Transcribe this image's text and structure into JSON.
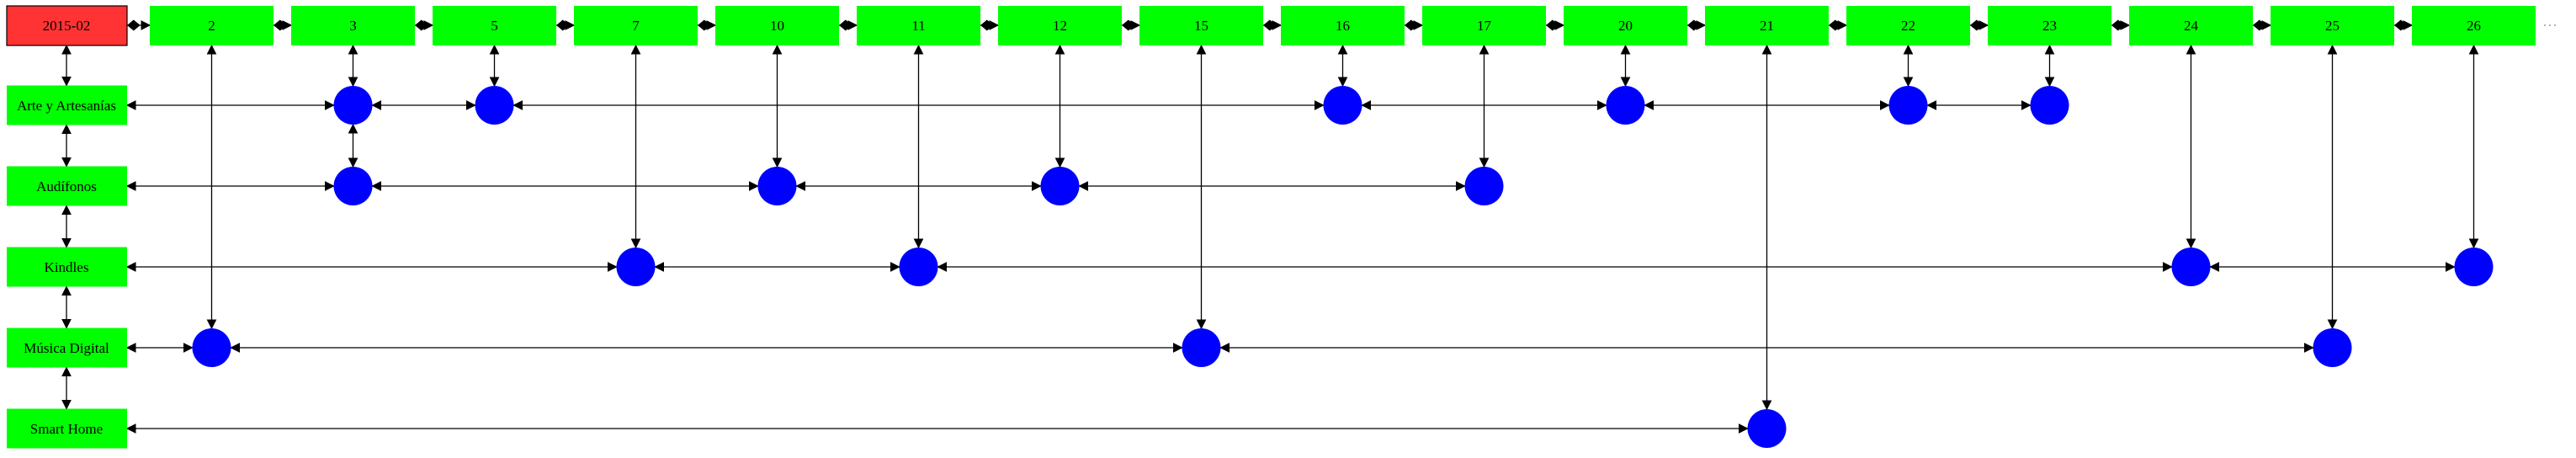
{
  "header": {
    "month": "2015-02",
    "month_color": "#ff3333"
  },
  "days": [
    "2",
    "3",
    "5",
    "7",
    "10",
    "11",
    "12",
    "15",
    "16",
    "17",
    "20",
    "21",
    "22",
    "23",
    "24",
    "25",
    "26"
  ],
  "categories": [
    "Arte y Artesanías",
    "Audífonos",
    "Kindles",
    "Música Digital",
    "Smart Home"
  ],
  "events": [
    {
      "category": "Arte y Artesanías",
      "days": [
        "3",
        "5",
        "16",
        "20",
        "22",
        "23"
      ]
    },
    {
      "category": "Audífonos",
      "days": [
        "3",
        "10",
        "12",
        "17"
      ]
    },
    {
      "category": "Kindles",
      "days": [
        "7",
        "11",
        "24",
        "26"
      ]
    },
    {
      "category": "Música Digital",
      "days": [
        "2",
        "15",
        "25"
      ]
    },
    {
      "category": "Smart Home",
      "days": [
        "21"
      ]
    }
  ],
  "colors": {
    "box": "#00ff00",
    "dot": "#0000ff",
    "edge": "#000000"
  }
}
